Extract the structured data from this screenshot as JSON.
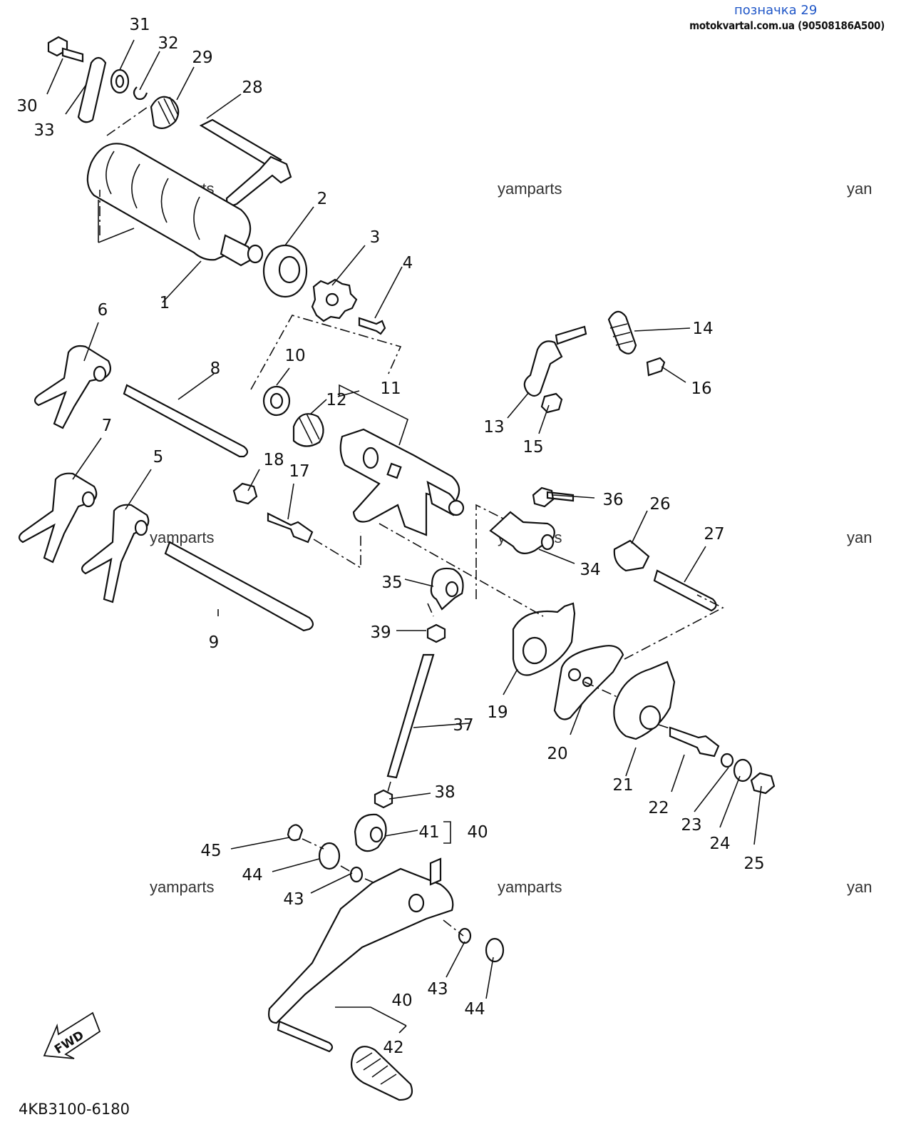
{
  "header": {
    "title": "позначка 29",
    "source": "motokvartal.com.ua (90508186A500)"
  },
  "diagram_code": "4KB3100-6180",
  "direction_label": "FWD",
  "watermark": "yamparts",
  "watermark_cut": "yan",
  "callouts": [
    "1",
    "2",
    "3",
    "4",
    "5",
    "6",
    "7",
    "8",
    "9",
    "10",
    "11",
    "12",
    "13",
    "14",
    "15",
    "16",
    "17",
    "18",
    "19",
    "20",
    "21",
    "22",
    "23",
    "24",
    "25",
    "26",
    "27",
    "28",
    "29",
    "30",
    "31",
    "32",
    "33",
    "34",
    "35",
    "36",
    "37",
    "38",
    "39",
    "40",
    "41",
    "42",
    "43",
    "44",
    "45"
  ],
  "colors": {
    "header_link": "#1f56c7",
    "ink": "#111111",
    "background": "#ffffff"
  }
}
